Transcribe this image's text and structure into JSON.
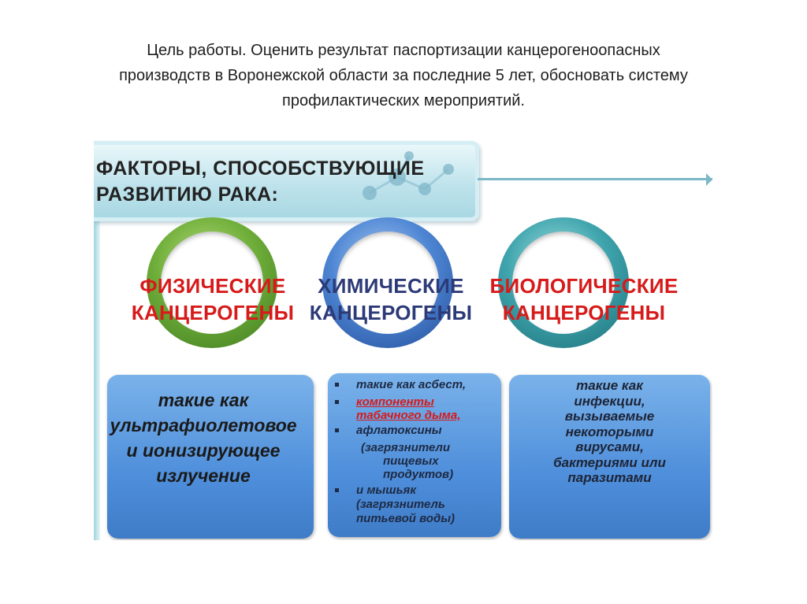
{
  "slide_title": [
    "Цель работы. Оценить результат паспортизации канцерогеноопасных",
    "производств в Воронежской области за последние 5 лет, обосновать систему",
    "профилактических мероприятий."
  ],
  "figure": {
    "header": [
      "ФАКТОРЫ, СПОСОБСТВУЮЩИЕ",
      "РАЗВИТИЮ РАКА:"
    ],
    "categories": [
      {
        "line1": "ФИЗИЧЕСКИЕ",
        "line2": "КАНЦЕРОГЕНЫ",
        "ring_color": "#6fae3a",
        "text_color": "#d71a1a"
      },
      {
        "line1": "ХИМИЧЕСКИЕ",
        "line2": "КАНЦЕРОГЕНЫ",
        "ring_color": "#4e86d4",
        "text_color": "#2c3a78"
      },
      {
        "line1": "БИОЛОГИЧЕСКИЕ",
        "line2": "КАНЦЕРОГЕНЫ",
        "ring_color": "#3fa4ad",
        "text_color": "#d71a1a"
      }
    ],
    "panel_physical": [
      "такие как",
      "ультрафиолетовое",
      "и ионизирующее",
      "излучение"
    ],
    "panel_chemical": {
      "item1": "такие как асбест,",
      "item2_a": "компоненты",
      "item2_b": "табачного дыма,",
      "item3": "афлатоксины",
      "item3_note": [
        "(загрязнители",
        "пищевых",
        "продуктов)"
      ],
      "item4": "и мышьяк",
      "item4_note": [
        "(загрязнитель",
        "питьевой воды)"
      ]
    },
    "panel_biological": [
      "такие как",
      "инфекции,",
      "вызываемые",
      "некоторыми",
      "вирусами,",
      "бактериями или",
      "паразитами"
    ]
  }
}
